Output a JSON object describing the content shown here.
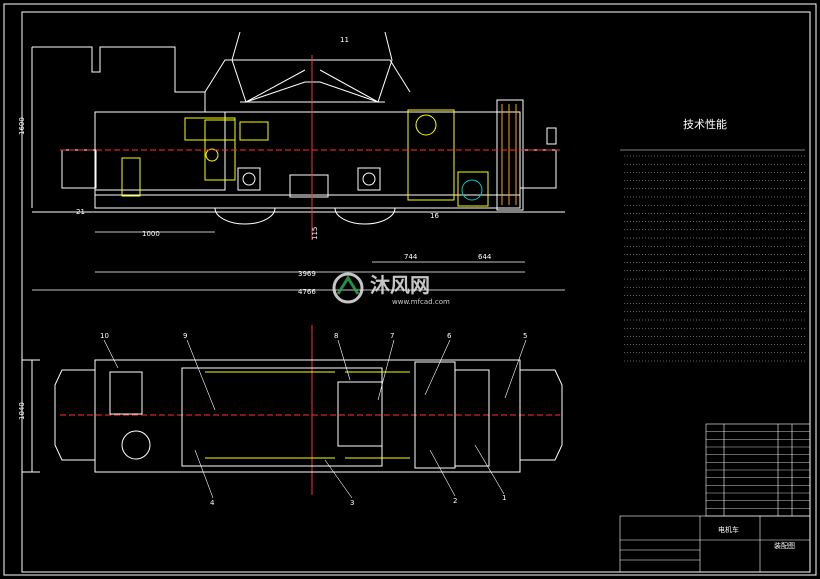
{
  "colors": {
    "background": "#000000",
    "line": "#ffffff",
    "center": "#ff3030",
    "part": "#ffff00",
    "accent": "#00c8c8",
    "watermark": "#e8e8e8",
    "watermark_accent": "#2aa84a"
  },
  "front_view": {
    "balloon": "11",
    "dims": {
      "height": "1600",
      "overall_length": "4766",
      "wheelbase": "3969",
      "left_offset": "1000",
      "d744": "744",
      "d644": "644",
      "d115": "115",
      "d16": "16",
      "d21": "21"
    }
  },
  "plan_view": {
    "width_dim": "1040",
    "balloons_top": [
      "10",
      "9",
      "8",
      "7",
      "6",
      "5"
    ],
    "balloons_bottom": [
      "4",
      "3",
      "2",
      "1"
    ]
  },
  "tech": {
    "title": "技术性能"
  },
  "watermark": {
    "text": "沐风网",
    "url": "www.mfcad.com"
  },
  "title_block": {
    "name": "电机车",
    "drawing_type": "装配图"
  }
}
